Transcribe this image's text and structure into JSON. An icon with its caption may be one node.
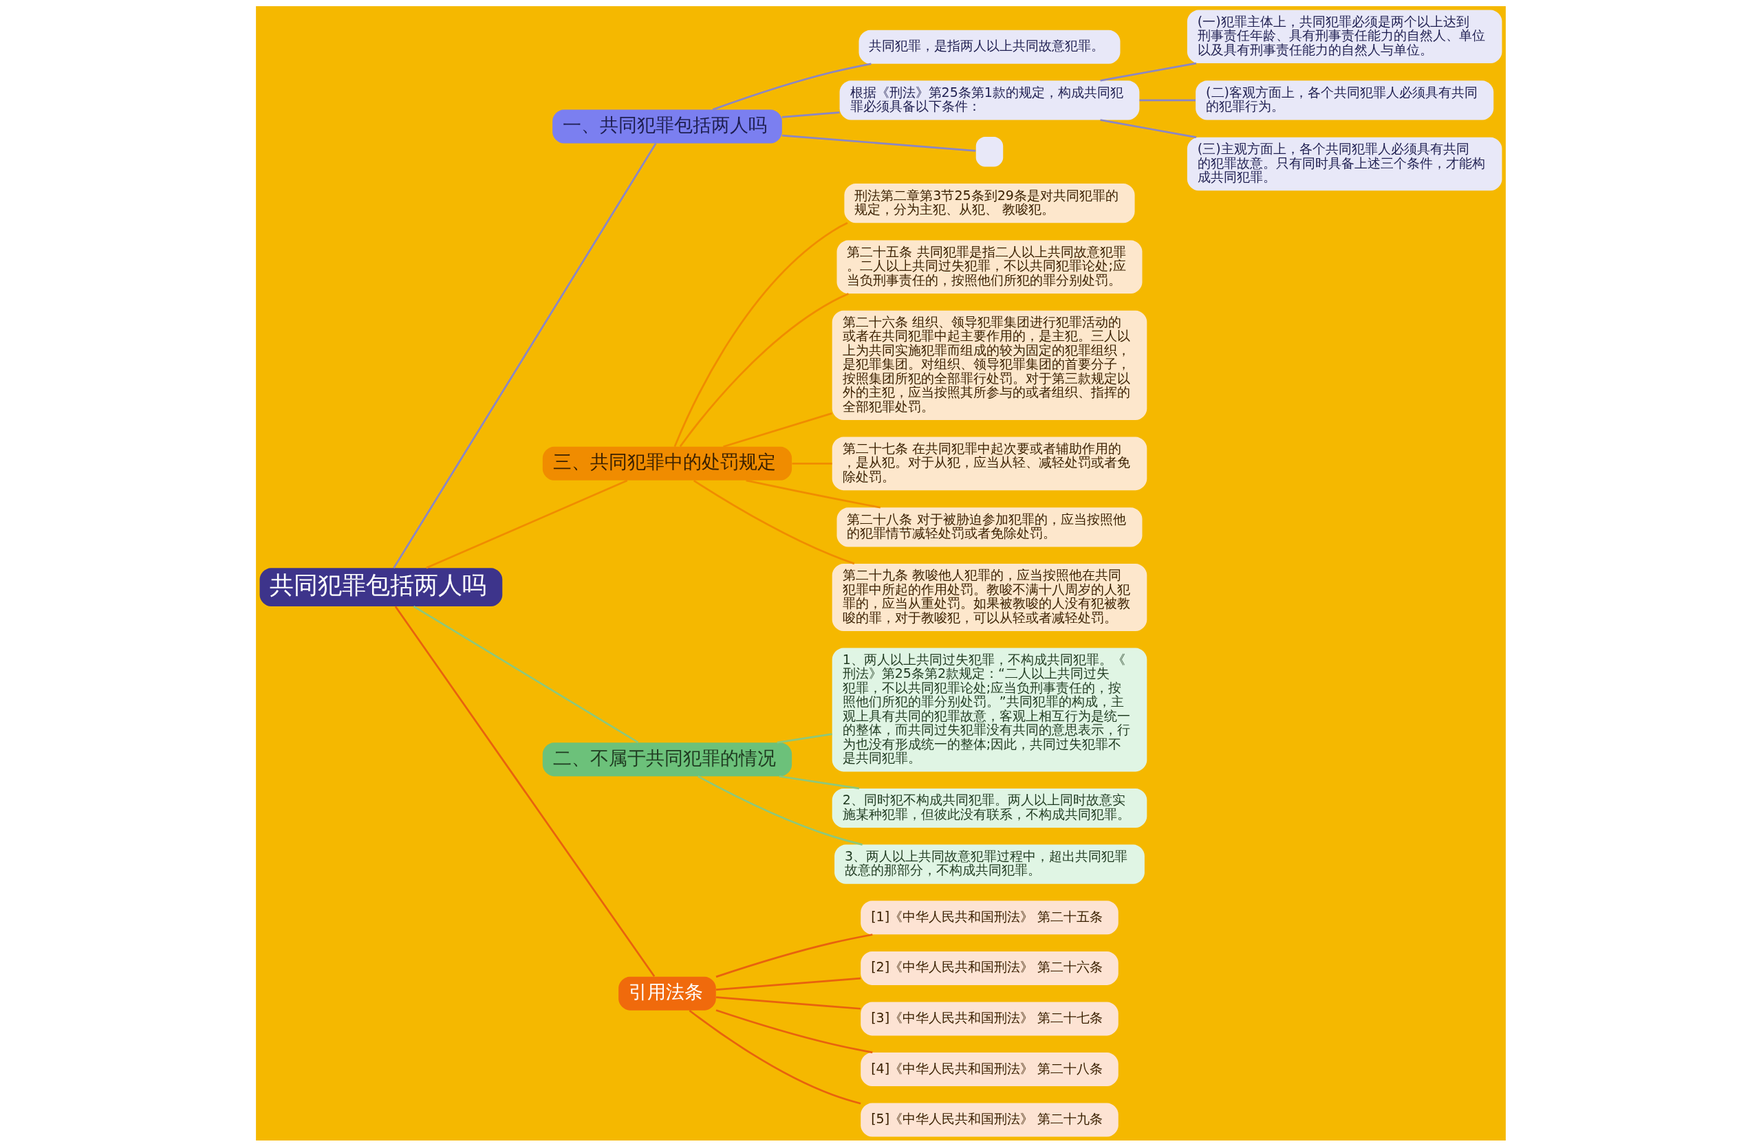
{
  "diagram": {
    "nodes": [
      {
        "text": [
          "共同犯罪包括两人吗"
        ]
      },
      {
        "text": [
          "一、共同犯罪包括两人吗"
        ]
      },
      {
        "text": [
          "共同犯罪，是指两人以上共同故意犯罪。"
        ]
      },
      {
        "text": [
          "根据《刑法》第25条第1款的规定，构成共同犯罪必须具备以下条件："
        ]
      },
      {
        "text": [
          "(一)犯罪主体上，共同犯罪必须是两个以上达到刑事责任年龄、具有刑事责任能力的自然人、单位以及具有刑事责任能力的自然人与单位。"
        ]
      },
      {
        "text": [
          "(二)客观方面上，各个共同犯罪人必须具有共同的犯罪行为。"
        ]
      },
      {
        "text": [
          "(三)主观方面上，各个共同犯罪人必须具有共同的犯罪故意。只有同时具备上述三个条件，才能构成共同犯罪。"
        ]
      },
      {
        "text": [],
        "shape": "box"
      },
      {
        "text": [
          "三、共同犯罪中的处罚规定"
        ]
      },
      {
        "text": [
          "刑法第二章第3节25条到29条是对共同犯罪的规定，分为主犯、从犯、 教唆犯。"
        ]
      },
      {
        "text": [
          "第二十五条 共同犯罪是指二人以上共同故意犯罪。二人以上共同过失犯罪，不以共同犯罪论处;应当负刑事责任的，按照他们所犯的罪分别处罚。"
        ]
      },
      {
        "text": [
          "第二十六条 组织、领导犯罪集团进行犯罪活动的或者在共同犯罪中起主要作用的，是主犯。三人以上为共同实施犯罪而组成的较为固定的犯罪组织，是犯罪集团。对组织、领导犯罪集团的首要分子，按照集团所犯的全部罪行处罚。对于第三款规定以外的主犯，应当按照其所参与的或者组织、指挥的全部犯罪处罚。"
        ]
      },
      {
        "text": [
          "第二十七条 在共同犯罪中起次要或者辅助作用的，是从犯。对于从犯，应当从轻、减轻处罚或者免除处罚。"
        ]
      },
      {
        "text": [
          "第二十八条 对于被胁迫参加犯罪的，应当按照他的犯罪情节减轻处罚或者免除处罚。"
        ]
      },
      {
        "text": [
          "第二十九条 教唆他人犯罪的，应当按照他在共同犯罪中所起的作用处罚。教唆不满十八周岁的人犯罪的，应当从重处罚。如果被教唆的人没有犯被教唆的罪，对于教唆犯，可以从轻或者减轻处罚。"
        ]
      },
      {
        "text": [
          "二、不属于共同犯罪的情况"
        ]
      },
      {
        "text": [
          "1、两人以上共同过失犯罪，不构成共同犯罪。《刑法》第25条第2款规定：“二人以上共同过失犯罪，不以共同犯罪论处;应当负刑事责任的，按照他们所犯的罪分别处罚。”共同犯罪的构成，主观上具有共同的犯罪故意，客观上相互行为是统一的整体，而共同过失犯罪没有共同的意思表示，行为也没有形成统一的整体;因此，共同过失犯罪不是共同犯罪。"
        ]
      },
      {
        "text": [
          "2、同时犯不构成共同犯罪。两人以上同时故意实施某种犯罪，但彼此没有联系，不构成共同犯罪。"
        ]
      },
      {
        "text": [
          "3、两人以上共同故意犯罪过程中，超出共同犯罪故意的那部分，不构成共同犯罪。"
        ]
      },
      {
        "text": [
          "引用法条"
        ]
      },
      {
        "text": [
          "[1]《中华人民共和国刑法》 第二十五条"
        ]
      },
      {
        "text": [
          "[2]《中华人民共和国刑法》 第二十六条"
        ]
      },
      {
        "text": [
          "[3]《中华人民共和国刑法》 第二十七条"
        ]
      },
      {
        "text": [
          "[4]《中华人民共和国刑法》 第二十八条"
        ]
      },
      {
        "text": [
          "[5]《中华人民共和国刑法》 第二十九条"
        ]
      }
    ],
    "edges": [
      {
        "from": 0,
        "to": 1,
        "arrow": "none",
        "color": "#8a86c6"
      },
      {
        "from": 1,
        "to": 2,
        "arrow": "none",
        "color": "#8a86c6"
      },
      {
        "from": 1,
        "to": 3,
        "arrow": "none",
        "color": "#8a86c6"
      },
      {
        "from": 3,
        "to": 4,
        "arrow": "none",
        "color": "#8a86c6"
      },
      {
        "from": 3,
        "to": 5,
        "arrow": "none",
        "color": "#8a86c6"
      },
      {
        "from": 3,
        "to": 6,
        "arrow": "none",
        "color": "#8a86c6"
      },
      {
        "from": 1,
        "to": 7,
        "arrow": "none",
        "color": "#8a86c6"
      },
      {
        "from": 0,
        "to": 8,
        "arrow": "none",
        "color": "#f08c00"
      },
      {
        "from": 8,
        "to": 9,
        "arrow": "none",
        "color": "#f08c00"
      },
      {
        "from": 8,
        "to": 10,
        "arrow": "none",
        "color": "#f08c00"
      },
      {
        "from": 8,
        "to": 11,
        "arrow": "none",
        "color": "#f08c00"
      },
      {
        "from": 8,
        "to": 12,
        "arrow": "none",
        "color": "#f08c00"
      },
      {
        "from": 8,
        "to": 13,
        "arrow": "none",
        "color": "#f08c00"
      },
      {
        "from": 8,
        "to": 14,
        "arrow": "none",
        "color": "#f08c00"
      },
      {
        "from": 0,
        "to": 15,
        "arrow": "none",
        "color": "#8cc87c"
      },
      {
        "from": 15,
        "to": 16,
        "arrow": "none",
        "color": "#8cc87c"
      },
      {
        "from": 15,
        "to": 17,
        "arrow": "none",
        "color": "#8cc87c"
      },
      {
        "from": 15,
        "to": 18,
        "arrow": "none",
        "color": "#8cc87c"
      },
      {
        "from": 0,
        "to": 19,
        "arrow": "none",
        "color": "#e8620e"
      },
      {
        "from": 19,
        "to": 20,
        "arrow": "none",
        "color": "#e8620e"
      },
      {
        "from": 19,
        "to": 21,
        "arrow": "none",
        "color": "#e8620e"
      },
      {
        "from": 19,
        "to": 22,
        "arrow": "none",
        "color": "#e8620e"
      },
      {
        "from": 19,
        "to": 23,
        "arrow": "none",
        "color": "#e8620e"
      },
      {
        "from": 19,
        "to": 24,
        "arrow": "none",
        "color": "#e8620e"
      }
    ]
  }
}
